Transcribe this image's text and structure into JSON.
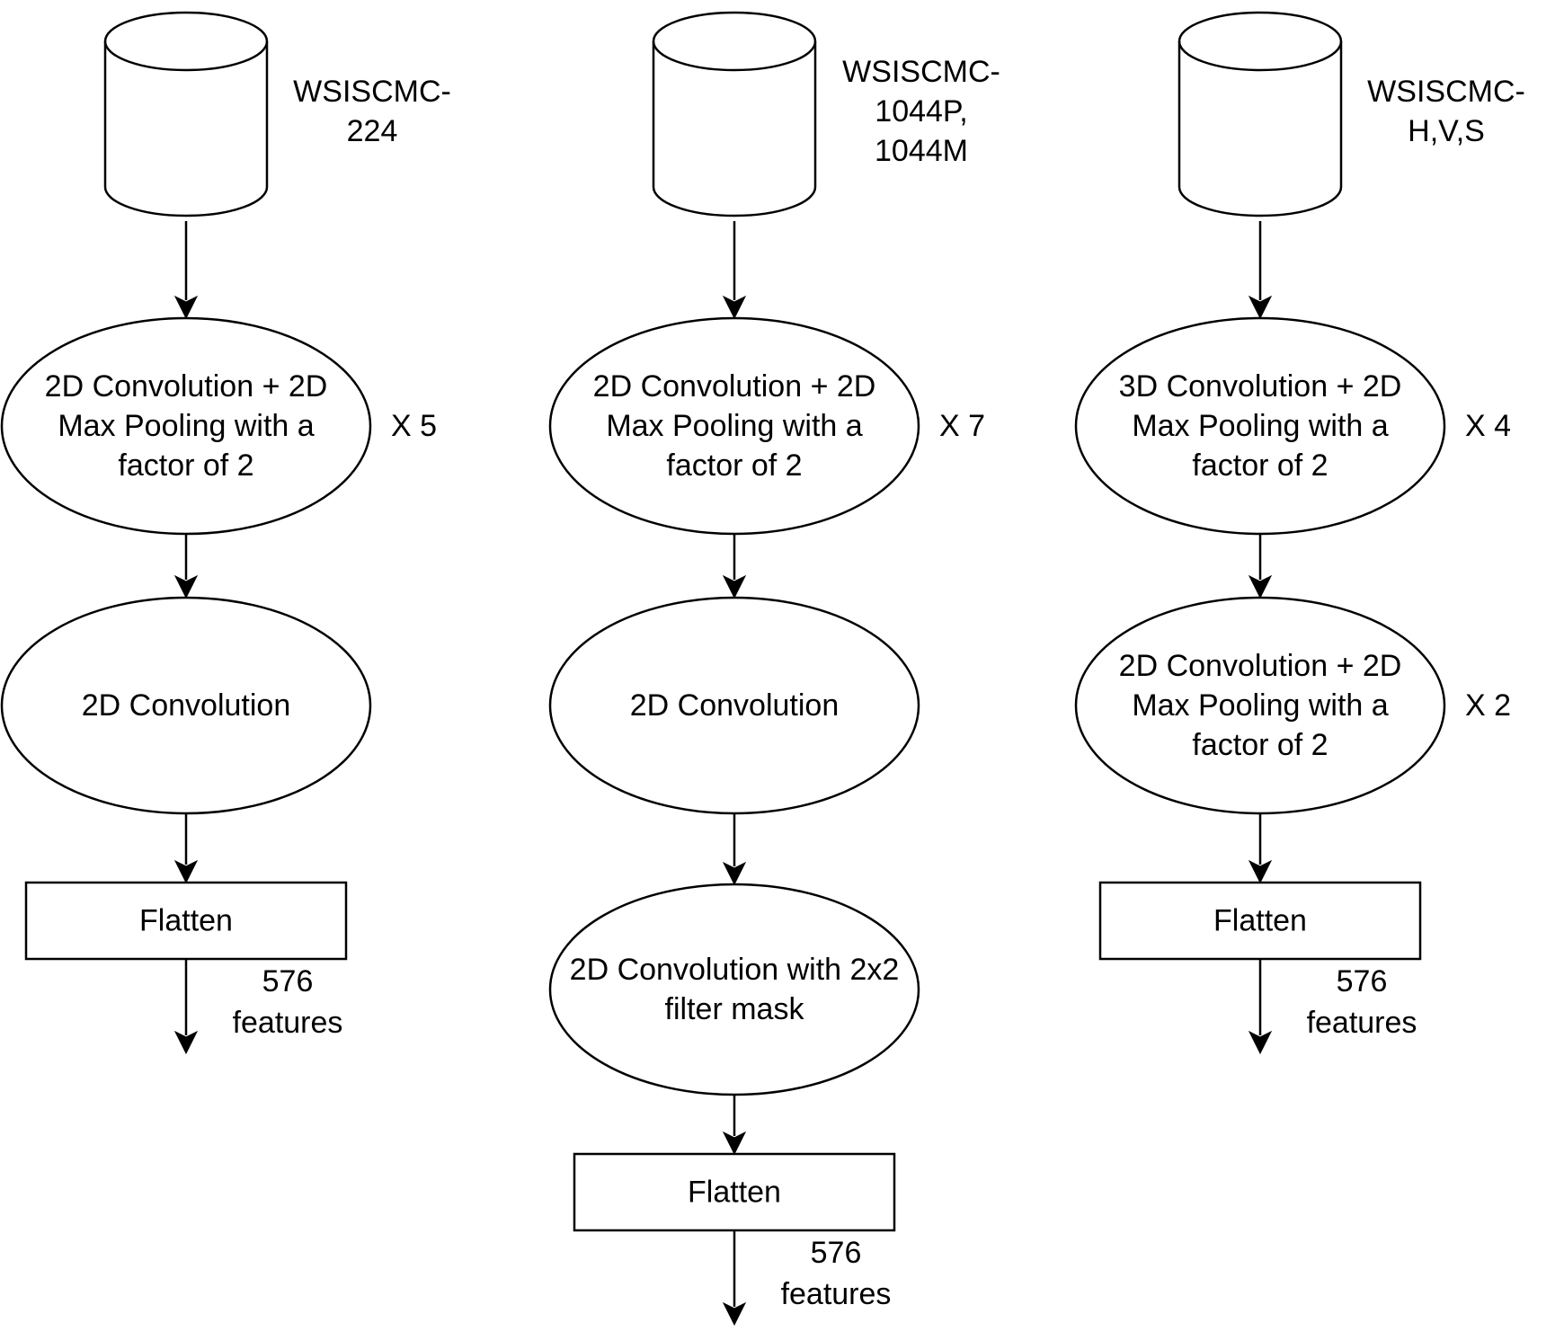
{
  "columns": [
    {
      "id": "col1",
      "dataset": [
        "WSISCMC-",
        "224"
      ],
      "blocks": [
        {
          "text": [
            "2D Convolution + 2D",
            "Max Pooling with a",
            "factor of 2"
          ],
          "repeat": "X 5"
        },
        {
          "text": [
            "2D Convolution"
          ],
          "repeat": ""
        }
      ],
      "flatten": "Flatten",
      "output": [
        "576",
        "features"
      ]
    },
    {
      "id": "col2",
      "dataset": [
        "WSISCMC-",
        "1044P,",
        "1044M"
      ],
      "blocks": [
        {
          "text": [
            "2D Convolution + 2D",
            "Max Pooling with a",
            "factor of 2"
          ],
          "repeat": "X 7"
        },
        {
          "text": [
            "2D Convolution"
          ],
          "repeat": ""
        },
        {
          "text": [
            "2D Convolution with 2x2",
            "filter mask"
          ],
          "repeat": ""
        }
      ],
      "flatten": "Flatten",
      "output": [
        "576",
        "features"
      ]
    },
    {
      "id": "col3",
      "dataset": [
        "WSISCMC-",
        "H,V,S"
      ],
      "blocks": [
        {
          "text": [
            "3D Convolution + 2D",
            "Max Pooling with a",
            "factor of 2"
          ],
          "repeat": "X 4"
        },
        {
          "text": [
            "2D Convolution + 2D",
            "Max Pooling with a",
            "factor of 2"
          ],
          "repeat": "X 2"
        }
      ],
      "flatten": "Flatten",
      "output": [
        "576",
        "features"
      ]
    }
  ],
  "colors": {
    "stroke": "#000000",
    "fill": "#ffffff",
    "text": "#000000"
  }
}
